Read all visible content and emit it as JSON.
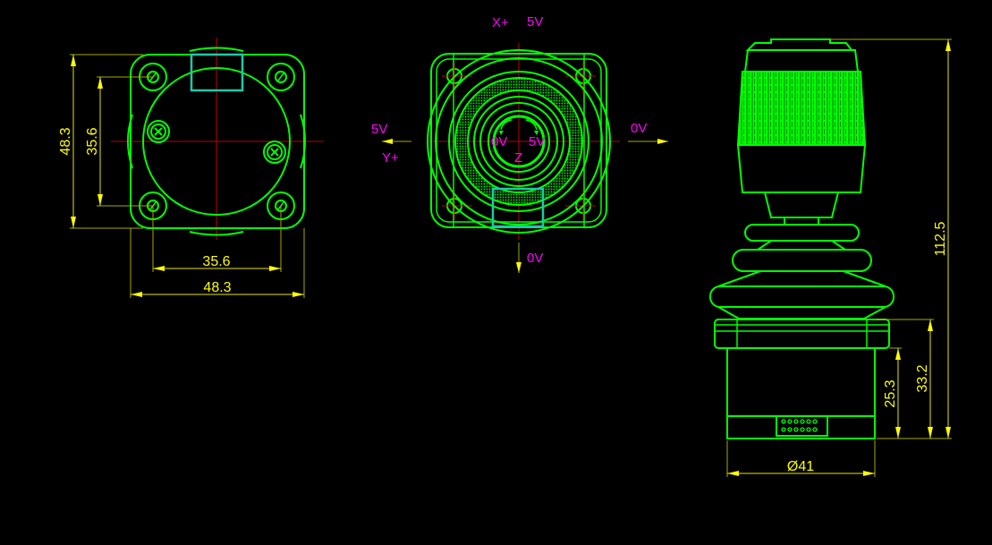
{
  "drawing": {
    "title": "Joystick dimensional drawing",
    "colors": {
      "background": "#000000",
      "outline": "#00ff00",
      "centerline": "#c00000",
      "dimension": "#ffff00",
      "annotation": "#ff00ff",
      "connector": "#1fc9a8"
    },
    "bottom_view": {
      "dims": {
        "height_outer": "48.3",
        "height_holes": "35.6",
        "width_holes": "35.6",
        "width_outer": "48.3"
      }
    },
    "top_view": {
      "labels": {
        "x_plus": "X+",
        "x_plus_voltage": "5V",
        "y_plus_voltage": "5V",
        "y_plus": "Y+",
        "y_minus_voltage": "0V",
        "x_minus_voltage": "0V",
        "z_ccw_voltage": "0V",
        "z_cw_voltage": "5V",
        "z_axis": "Z"
      }
    },
    "side_view": {
      "dims": {
        "total_height": "112.5",
        "flange_height": "33.2",
        "body_height": "25.3",
        "diameter": "Ø41"
      }
    }
  }
}
